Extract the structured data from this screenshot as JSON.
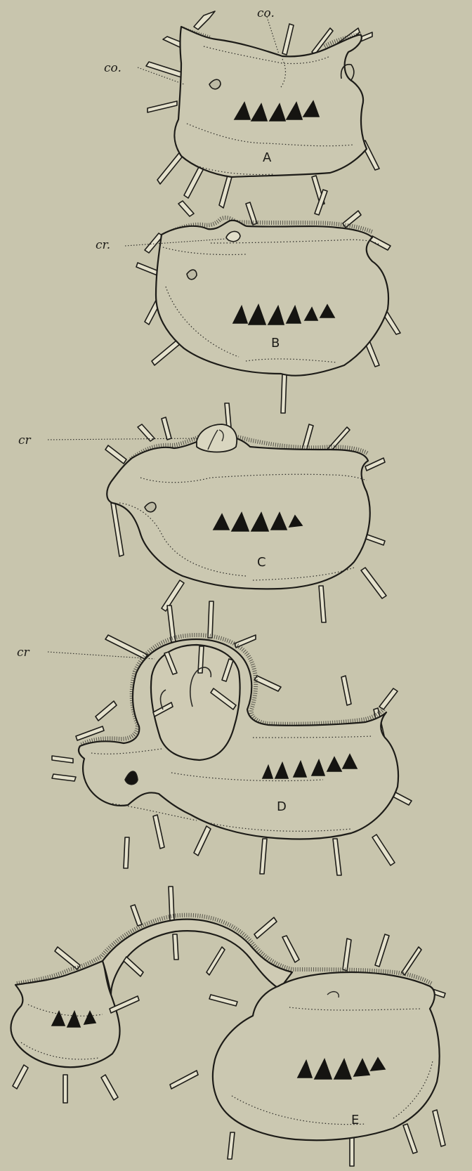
{
  "figure": {
    "labels": {
      "co_top": "co.",
      "co_left": "co.",
      "cr_b": "cr.",
      "cr_c": "cr",
      "cr_d": "cr"
    },
    "panels": [
      "A",
      "B",
      "C",
      "D",
      "E"
    ]
  },
  "colors": {
    "background": "#c8c5ad",
    "ink": "#1d1c18",
    "spine_fill": "#e4e1cc"
  }
}
